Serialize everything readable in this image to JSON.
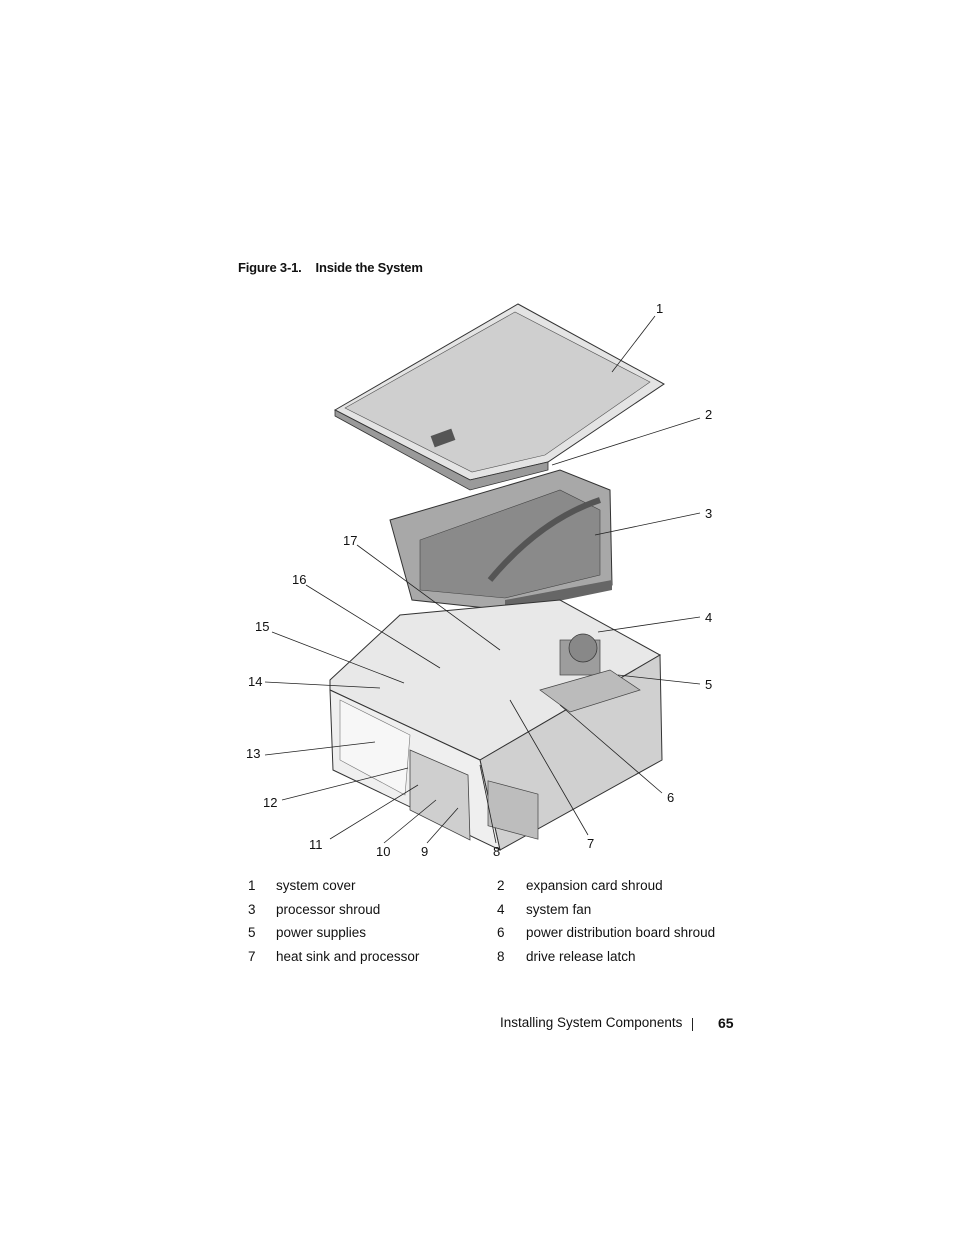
{
  "figure": {
    "title_label": "Figure 3-1.",
    "title_text": "Inside the System",
    "callouts": [
      "1",
      "2",
      "3",
      "4",
      "5",
      "6",
      "7",
      "8",
      "9",
      "10",
      "11",
      "12",
      "13",
      "14",
      "15",
      "16",
      "17"
    ]
  },
  "legend": [
    {
      "num": "1",
      "label": "system cover"
    },
    {
      "num": "2",
      "label": "expansion card shroud"
    },
    {
      "num": "3",
      "label": "processor shroud"
    },
    {
      "num": "4",
      "label": "system fan"
    },
    {
      "num": "5",
      "label": "power supplies"
    },
    {
      "num": "6",
      "label": "power distribution board shroud"
    },
    {
      "num": "7",
      "label": "heat sink and processor"
    },
    {
      "num": "8",
      "label": "drive release latch"
    }
  ],
  "footer": {
    "section": "Installing System Components",
    "page_number": "65"
  }
}
